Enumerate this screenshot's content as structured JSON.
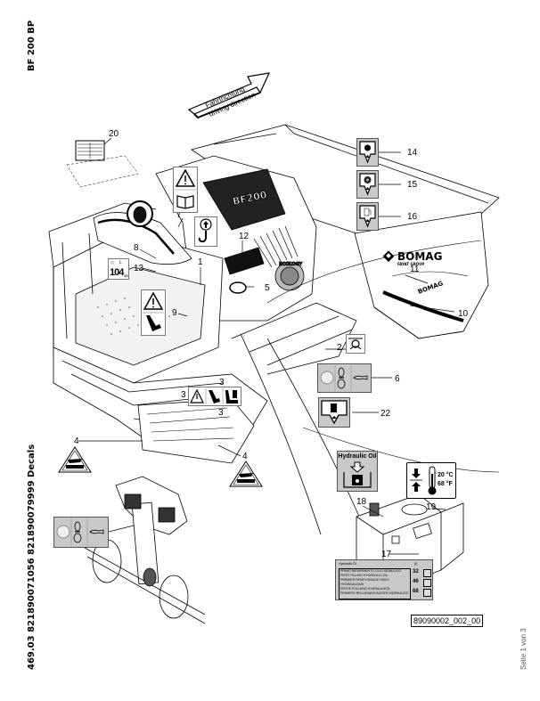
{
  "document": {
    "model": "BF 200 BP",
    "reference_line": "469.03 821890071056 821890079999 Decals",
    "page_indicator": "Seite 1 von 3",
    "drawing_number": "89090002_002_00"
  },
  "direction_arrow": {
    "line1": "Fahrtrichtung",
    "line2": "driving direction"
  },
  "brand": {
    "name": "BOMAG",
    "subtitle": "FAYAT GROUP",
    "hopper_logo": "BOMAG",
    "machine_label": "BF200"
  },
  "ecology_badge": {
    "text": "ECOLOGY"
  },
  "callouts": [
    {
      "id": "1",
      "label": "1",
      "decal": "lifting-point-hook"
    },
    {
      "id": "2",
      "label": "2",
      "decal": "lashing-point"
    },
    {
      "id": "3",
      "label": "3",
      "decal": "warning-crush-hazard"
    },
    {
      "id": "4",
      "label": "4",
      "decal": "warning-hot-surface"
    },
    {
      "id": "5",
      "label": "5",
      "decal": "sight-glass"
    },
    {
      "id": "6",
      "label": "6",
      "decal": "grease-point"
    },
    {
      "id": "7",
      "label": "7",
      "decal": "warning-read-manual"
    },
    {
      "id": "8",
      "label": "8",
      "decal": "hearing-protection"
    },
    {
      "id": "9",
      "label": "9",
      "decal": "warning-hand-crush"
    },
    {
      "id": "10",
      "label": "10",
      "decal": "hopper-stripe"
    },
    {
      "id": "11",
      "label": "11",
      "decal": "bomag-logo"
    },
    {
      "id": "12",
      "label": "12",
      "decal": "model-badge"
    },
    {
      "id": "13",
      "label": "13",
      "decal": "sound-power-level"
    },
    {
      "id": "14",
      "label": "14",
      "decal": "engine-oil-filler"
    },
    {
      "id": "15",
      "label": "15",
      "decal": "coolant-filler"
    },
    {
      "id": "16",
      "label": "16",
      "decal": "diesel-filler"
    },
    {
      "id": "17",
      "label": "17",
      "decal": "hydraulic-oil-fill-table"
    },
    {
      "id": "18",
      "label": "18",
      "decal": "hydraulic-oil"
    },
    {
      "id": "19",
      "label": "19",
      "decal": "oil-temperature"
    },
    {
      "id": "20",
      "label": "20",
      "decal": "info-plate"
    },
    {
      "id": "22",
      "label": "22",
      "decal": "water-filler"
    }
  ],
  "decals": {
    "sound_power": {
      "value": "104",
      "unit": "dB",
      "prefix": "L",
      "suffix": "WA"
    },
    "hydraulic_oil": {
      "title": "Hydraulic Oil"
    },
    "temperature": {
      "celsius": "20 °C",
      "fahrenheit": "68 °F"
    },
    "fill_table": {
      "header": "Hydraulik-Öl",
      "unit": "(l)",
      "rows": [
        {
          "text": "PRIMO RIEMPIMENTO OLIO IDRAULICO",
          "value": "32"
        },
        {
          "text": "FIRST FILLING HYDRAULIC OIL",
          "value": ""
        },
        {
          "text": "PREMIER REMPLISSAGE HUILE HYDRAULIQUE",
          "value": "46"
        },
        {
          "text": "ERSTE FÜLLUNG HYDRAULIKÖL",
          "value": ""
        },
        {
          "text": "PRIMERO RELLENADO ACEITE HIDRAULICO",
          "value": "68"
        }
      ]
    }
  }
}
